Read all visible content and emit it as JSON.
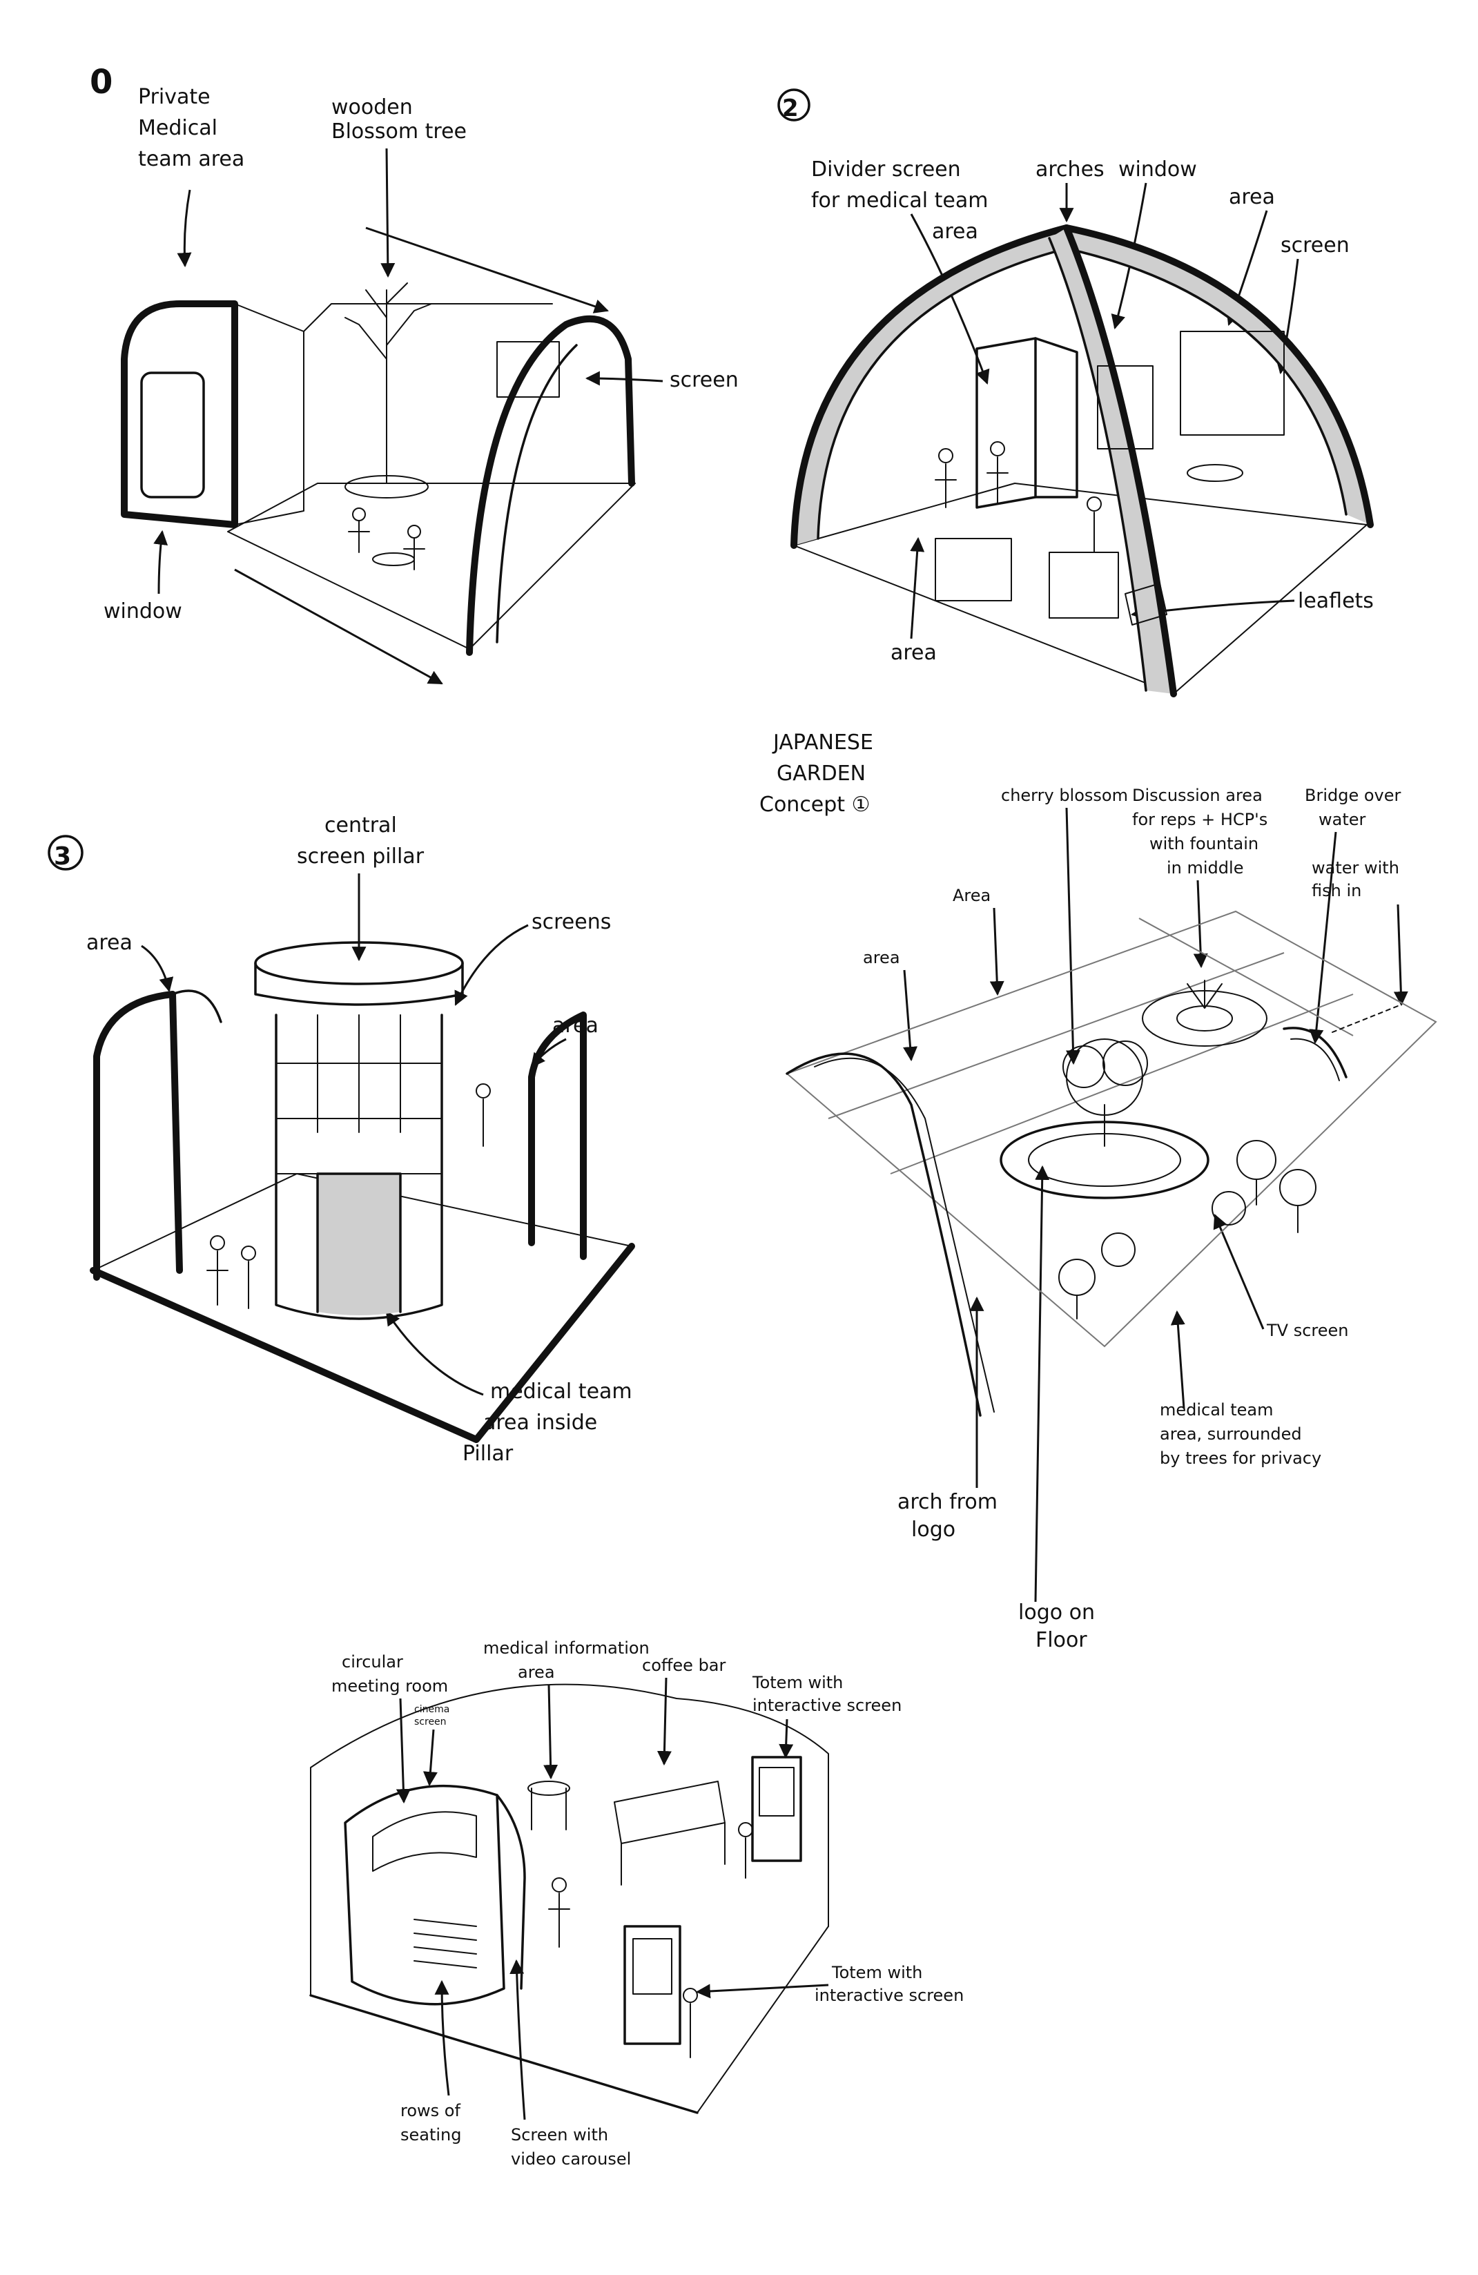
{
  "sketch1": {
    "number": "0",
    "labels": {
      "private_area": [
        "Private",
        "Medical",
        "team area"
      ],
      "tree": [
        "wooden",
        "Blossom tree"
      ],
      "screen": "screen",
      "window": "window"
    }
  },
  "sketch2": {
    "number": "2",
    "labels": {
      "divider": [
        "Divider screen",
        "for medical team",
        "area"
      ],
      "arches": "arches",
      "window": "window",
      "area_top": "area",
      "screen": "screen",
      "leaflets": "leaflets",
      "area_bottom": "area"
    }
  },
  "sketch3": {
    "number": "3",
    "labels": {
      "pillar": [
        "central",
        "screen pillar"
      ],
      "screens": "screens",
      "area_left": "area",
      "area_right": "area",
      "medical": [
        "medical team",
        "area inside",
        "Pillar"
      ]
    }
  },
  "sketch4": {
    "title": [
      "JAPANESE",
      "GARDEN",
      "Concept ①"
    ],
    "labels": {
      "cherry": "cherry blossom",
      "discussion": [
        "Discussion area",
        "for reps + HCP's",
        "with fountain",
        "in middle"
      ],
      "bridge": [
        "Bridge over",
        "water"
      ],
      "water": [
        "water with",
        "fish in"
      ],
      "area_a": "Area",
      "area_b": "area",
      "tv": "TV screen",
      "medical": [
        "medical team",
        "area, surrounded",
        "by trees for privacy"
      ],
      "arch": [
        "arch from",
        "logo"
      ],
      "logo": [
        "logo on",
        "Floor"
      ]
    }
  },
  "sketch5": {
    "labels": {
      "meeting": [
        "circular",
        "meeting room"
      ],
      "cinema": [
        "cinema",
        "screen"
      ],
      "info": [
        "medical information",
        "area"
      ],
      "coffee": "coffee bar",
      "totem_top": [
        "Totem with",
        "interactive screen"
      ],
      "totem_bottom": [
        "Totem with",
        "interactive screen"
      ],
      "rows": [
        "rows of",
        "seating"
      ],
      "carousel": [
        "Screen with",
        "video carousel"
      ]
    }
  }
}
